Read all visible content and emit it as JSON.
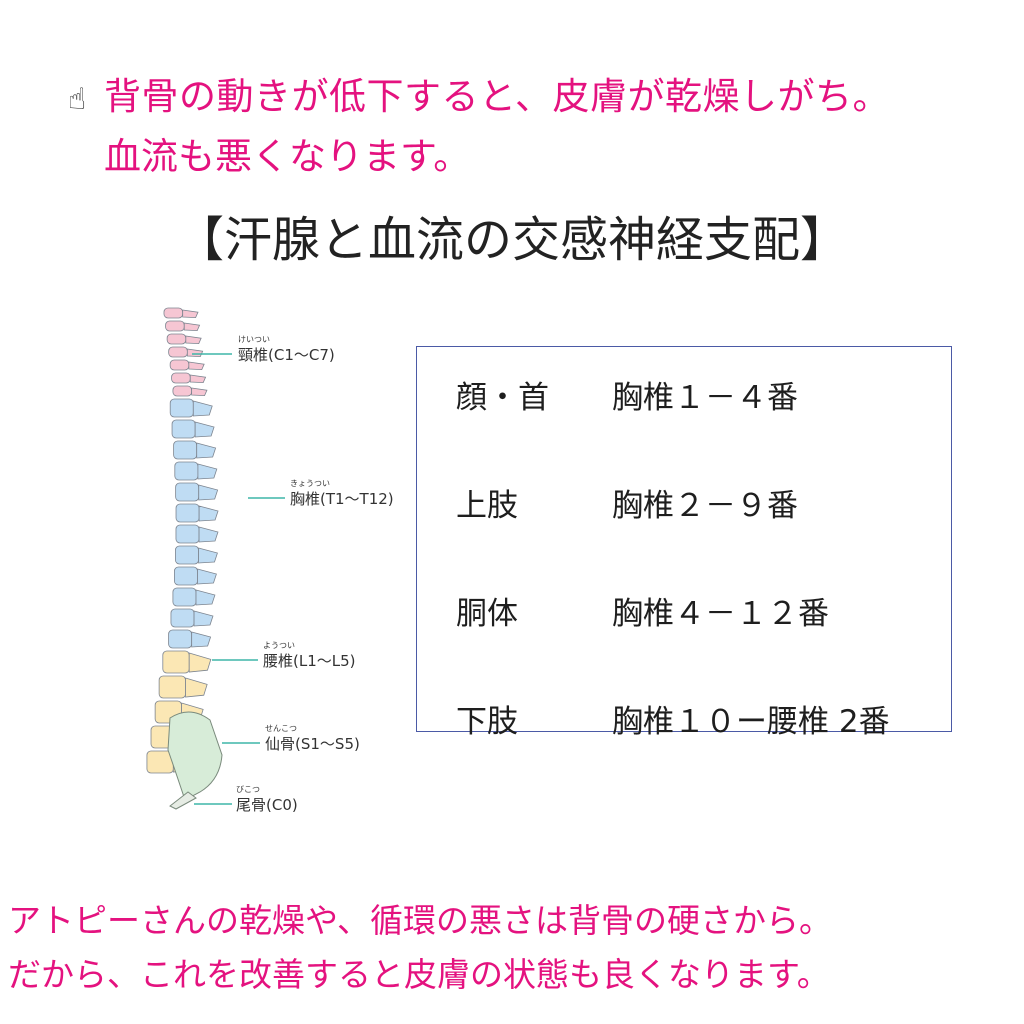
{
  "intro": {
    "line1": "背骨の動きが低下すると、皮膚が乾燥しがち。",
    "line2": "血流も悪くなります。"
  },
  "title": "【汗腺と血流の交感神経支配】",
  "spine": {
    "labels": [
      {
        "ruby": "けいつい",
        "text": "頸椎(C1〜C7)"
      },
      {
        "ruby": "きょうつい",
        "text": "胸椎(T1〜T12)"
      },
      {
        "ruby": "ようつい",
        "text": "腰椎(L1〜L5)"
      },
      {
        "ruby": "せんこつ",
        "text": "仙骨(S1〜S5)"
      },
      {
        "ruby": "びこつ",
        "text": "尾骨(C0)"
      }
    ],
    "colors": {
      "cervical": "#f6c6d3",
      "thoracic": "#bfdcf3",
      "lumbar": "#fbe7b4",
      "sacrum": "#d7ecd8",
      "leader": "#3fb6a8"
    }
  },
  "table": [
    {
      "region": "顔・首",
      "segment": "胸椎１－４番"
    },
    {
      "region": "上肢",
      "segment": "胸椎２－９番"
    },
    {
      "region": "胴体",
      "segment": "胸椎４－１２番"
    },
    {
      "region": "下肢",
      "segment": "胸椎１０ー腰椎 2番"
    }
  ],
  "footer": {
    "line1": "アトピーさんの乾燥や、循環の悪さは背骨の硬さから。",
    "line2": "だから、これを改善すると皮膚の状態も良くなります。"
  },
  "accent_color": "#e4127f",
  "border_color": "#4b5aa6"
}
